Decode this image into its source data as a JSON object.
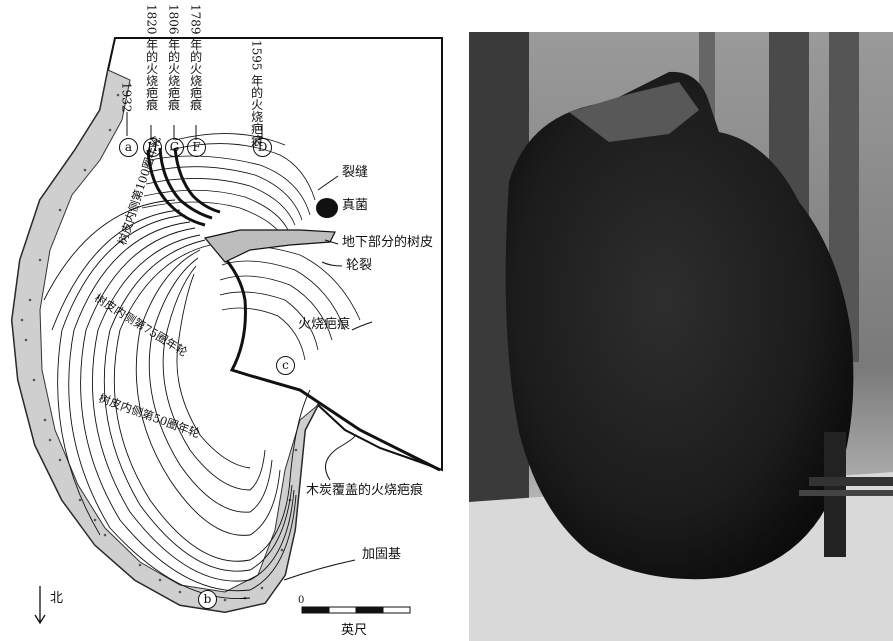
{
  "diagram": {
    "year_labels": {
      "y1932": "1932",
      "y1820": "1820 年的火烧疤痕",
      "y1806": "1806 年的火烧疤痕",
      "y1789": "1789 年的火烧疤痕",
      "y1595": "1595 年的火烧疤痕"
    },
    "markers": {
      "a": "a",
      "H": "H",
      "G": "G",
      "F": "F",
      "D": "D",
      "c": "c",
      "b": "b"
    },
    "callouts": {
      "crack": "裂缝",
      "fungus": "真菌",
      "underground_bark": "地下部分的树皮",
      "ring_shake": "轮裂",
      "fire_scar": "火烧疤痕",
      "charcoal_scar": "木炭覆盖的火烧疤痕",
      "buttress": "加固基"
    },
    "ring_labels": {
      "ring100": "树皮内侧第100圈年轮",
      "ring75": "树皮内侧第75圈年轮",
      "ring50": "树皮内侧第50圈年轮"
    },
    "north": "北",
    "scale": {
      "zero": "0",
      "unit": "英尺"
    }
  },
  "colors": {
    "ink": "#111111",
    "photo_dark": "#1c1c1c",
    "photo_background": "#8a8a8a",
    "snow": "#d9d9d9"
  }
}
